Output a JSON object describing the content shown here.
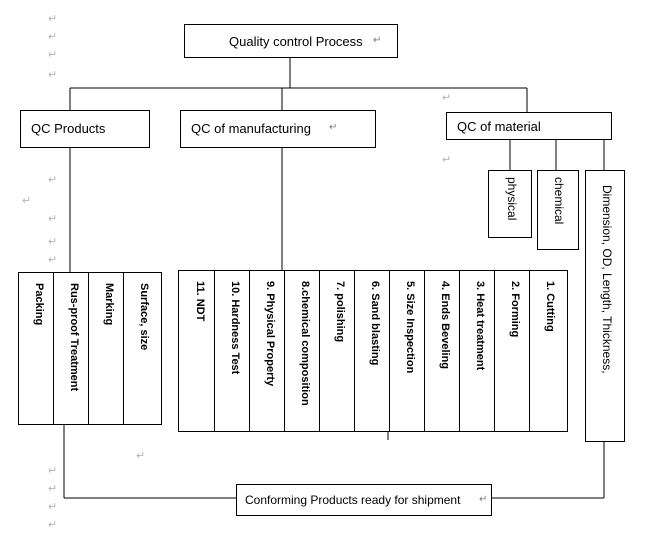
{
  "title": "Quality control Process",
  "categories": {
    "products": "QC Products",
    "manufacturing": "QC of manufacturing",
    "material": "QC of material"
  },
  "material_items": {
    "physical": "physical",
    "chemical": "chemical",
    "dimension": "Dimension, OD, Length, Thickness,"
  },
  "product_steps": [
    "Packing",
    "Rus-proof Treatment",
    "Marking",
    "Surface, size"
  ],
  "manufacturing_steps": [
    "11. NDT",
    "10. Hardness Test",
    "9. Physical Property",
    "8.chemical composition",
    "7. polishing",
    "6. Sand blasting",
    "5. Size Inspection",
    "4. Ends Beveling",
    "3. Heat treatment",
    "2. Forming",
    "1.    Cutting"
  ],
  "final": "Conforming  Products ready for shipment",
  "return_mark": "↵"
}
